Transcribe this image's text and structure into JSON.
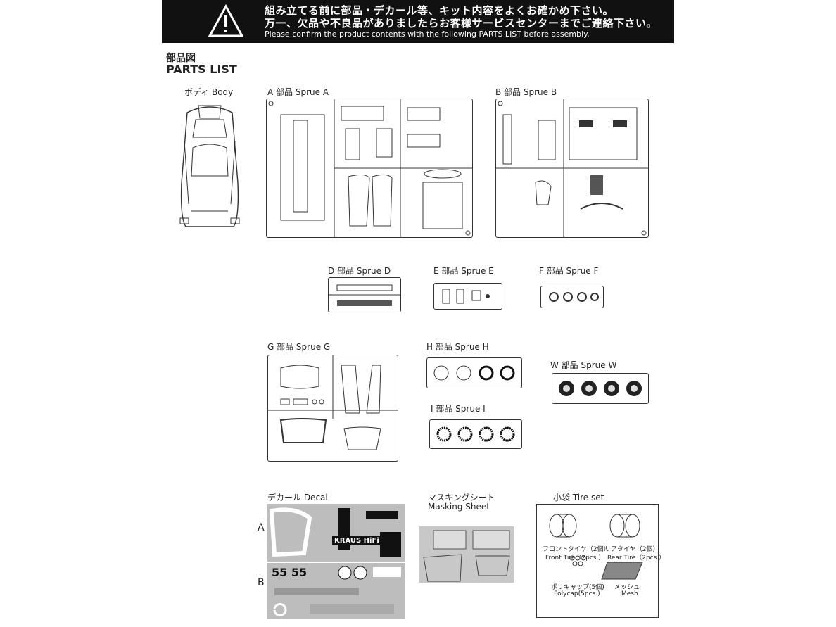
{
  "banner": {
    "line_jp_1": "組み立てる前に部品・デカール等、キット内容をよくお確かめ下さい。",
    "line_jp_2": "万一、欠品や不良品がありましたらお客様サービスセンターまでご連絡下さい。",
    "line_en": "Please confirm the product contents with the following PARTS LIST before assembly.",
    "icon": "warning-triangle-icon"
  },
  "heading": {
    "jp": "部品図",
    "en": "PARTS LIST"
  },
  "parts": {
    "body": "ボディ  Body",
    "sprue_a": "A 部品  Sprue A",
    "sprue_b": "B 部品  Sprue B",
    "sprue_d": "D 部品  Sprue D",
    "sprue_e": "E 部品  Sprue E",
    "sprue_f": "F 部品  Sprue F",
    "sprue_g": "G 部品  Sprue G",
    "sprue_h": "H 部品  Sprue H",
    "sprue_w": "W 部品  Sprue W",
    "sprue_i": "I 部品  Sprue I"
  },
  "decal": {
    "title": "デカール  Decal",
    "sheet_a": "A",
    "sheet_b": "B",
    "text_kraus": "KRAUS  HiFi",
    "text_num": "55 55"
  },
  "masking": {
    "title_jp": "マスキングシート",
    "title_en": "Masking Sheet"
  },
  "tireset": {
    "title": "小袋  Tire set",
    "front_jp": "フロントタイヤ（2個）",
    "front_en": "Front Tire（2pcs.）",
    "rear_jp": "リアタイヤ（2個）",
    "rear_en": "Rear Tire（2pcs.）",
    "polycap_jp": "ポリキャップ(5個)",
    "polycap_en": "Polycap(5pcs.)",
    "mesh_jp": "メッシュ",
    "mesh_en": "Mesh"
  }
}
